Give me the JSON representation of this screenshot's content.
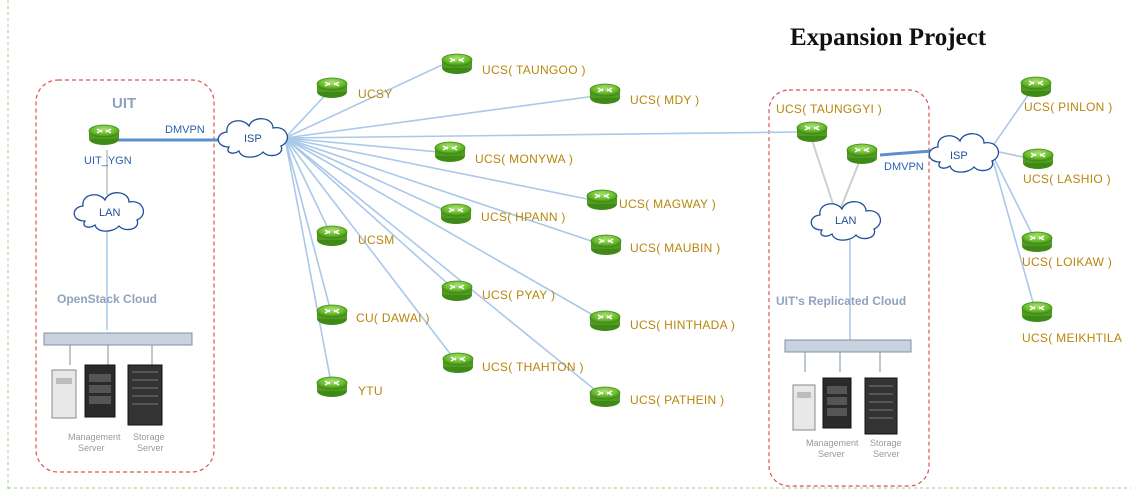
{
  "title": "Expansion Project",
  "left_zone": {
    "title": "UIT",
    "router_label": "UIT_YGN",
    "link_label": "DMVPN",
    "isp": "ISP",
    "lan": "LAN",
    "cloud_label": "OpenStack Cloud",
    "server_labels": [
      "Management",
      "Server",
      "Storage",
      "Server"
    ]
  },
  "hub_routers": [
    "UCS( TAUNGOO )",
    "UCSY",
    "UCS( MDY )",
    "UCS( MONYWA )",
    "UCS( MAGWAY )",
    "UCS( HPANN )",
    "UCS( MAUBIN )",
    "UCSM",
    "UCS( PYAY )",
    "UCS( HINTHADA )",
    "CU( DAWAI )",
    "UCS( THAHTON )",
    "YTU",
    "UCS( PATHEIN )"
  ],
  "right_zone": {
    "router_label": "UCS( TAUNGGYI )",
    "link_label": "DMVPN",
    "isp": "ISP",
    "lan": "LAN",
    "cloud_label": "UIT's Replicated Cloud",
    "server_labels": [
      "Management",
      "Server",
      "Storage",
      "Server"
    ]
  },
  "expansion_routers": [
    "UCS( PINLON )",
    "UCS( LASHIO )",
    "UCS( LOIKAW )",
    "UCS( MEIKHTILA"
  ]
}
